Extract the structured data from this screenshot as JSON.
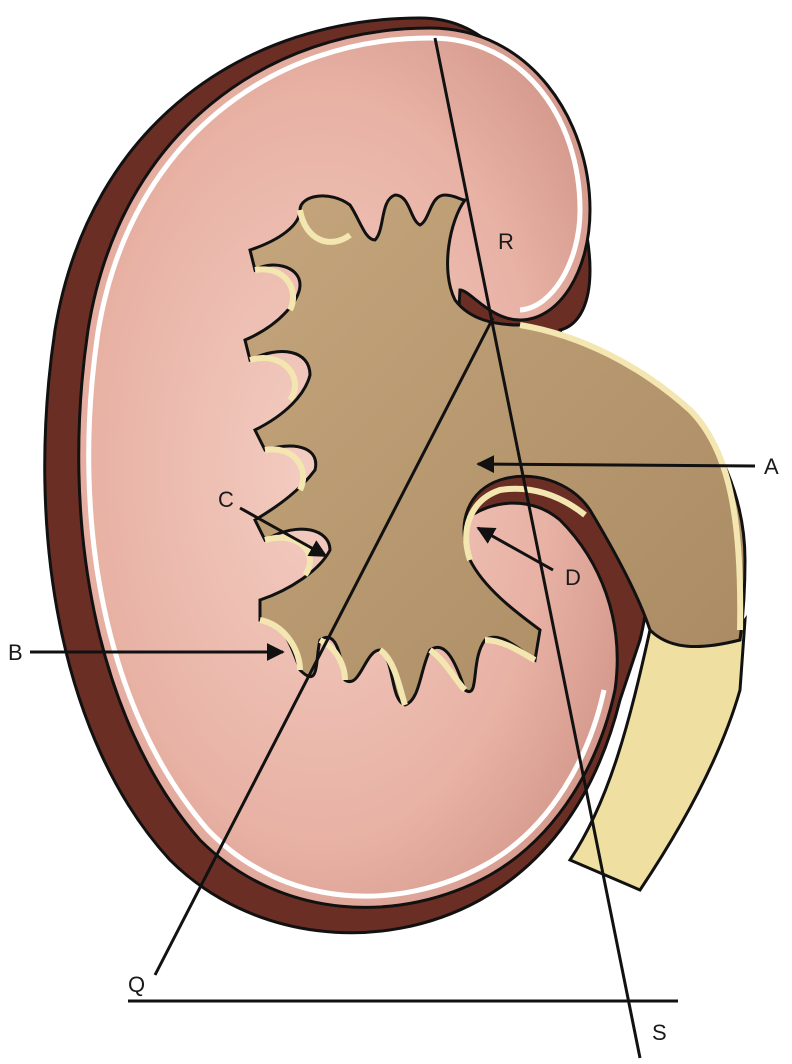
{
  "diagram": {
    "labels": {
      "a": "A",
      "b": "B",
      "c": "C",
      "d": "D",
      "q": "Q",
      "r": "R",
      "s": "S"
    },
    "colors": {
      "capsule_outer": "#6b2e24",
      "cortex": "#e9b7ab",
      "cortex_edge": "#c98f84",
      "sinus": "#b89a73",
      "sinus_lining": "#f3e6b0",
      "ureter": "#efdfa0",
      "capsule_line": "#ffffff",
      "outline": "#111111"
    }
  }
}
